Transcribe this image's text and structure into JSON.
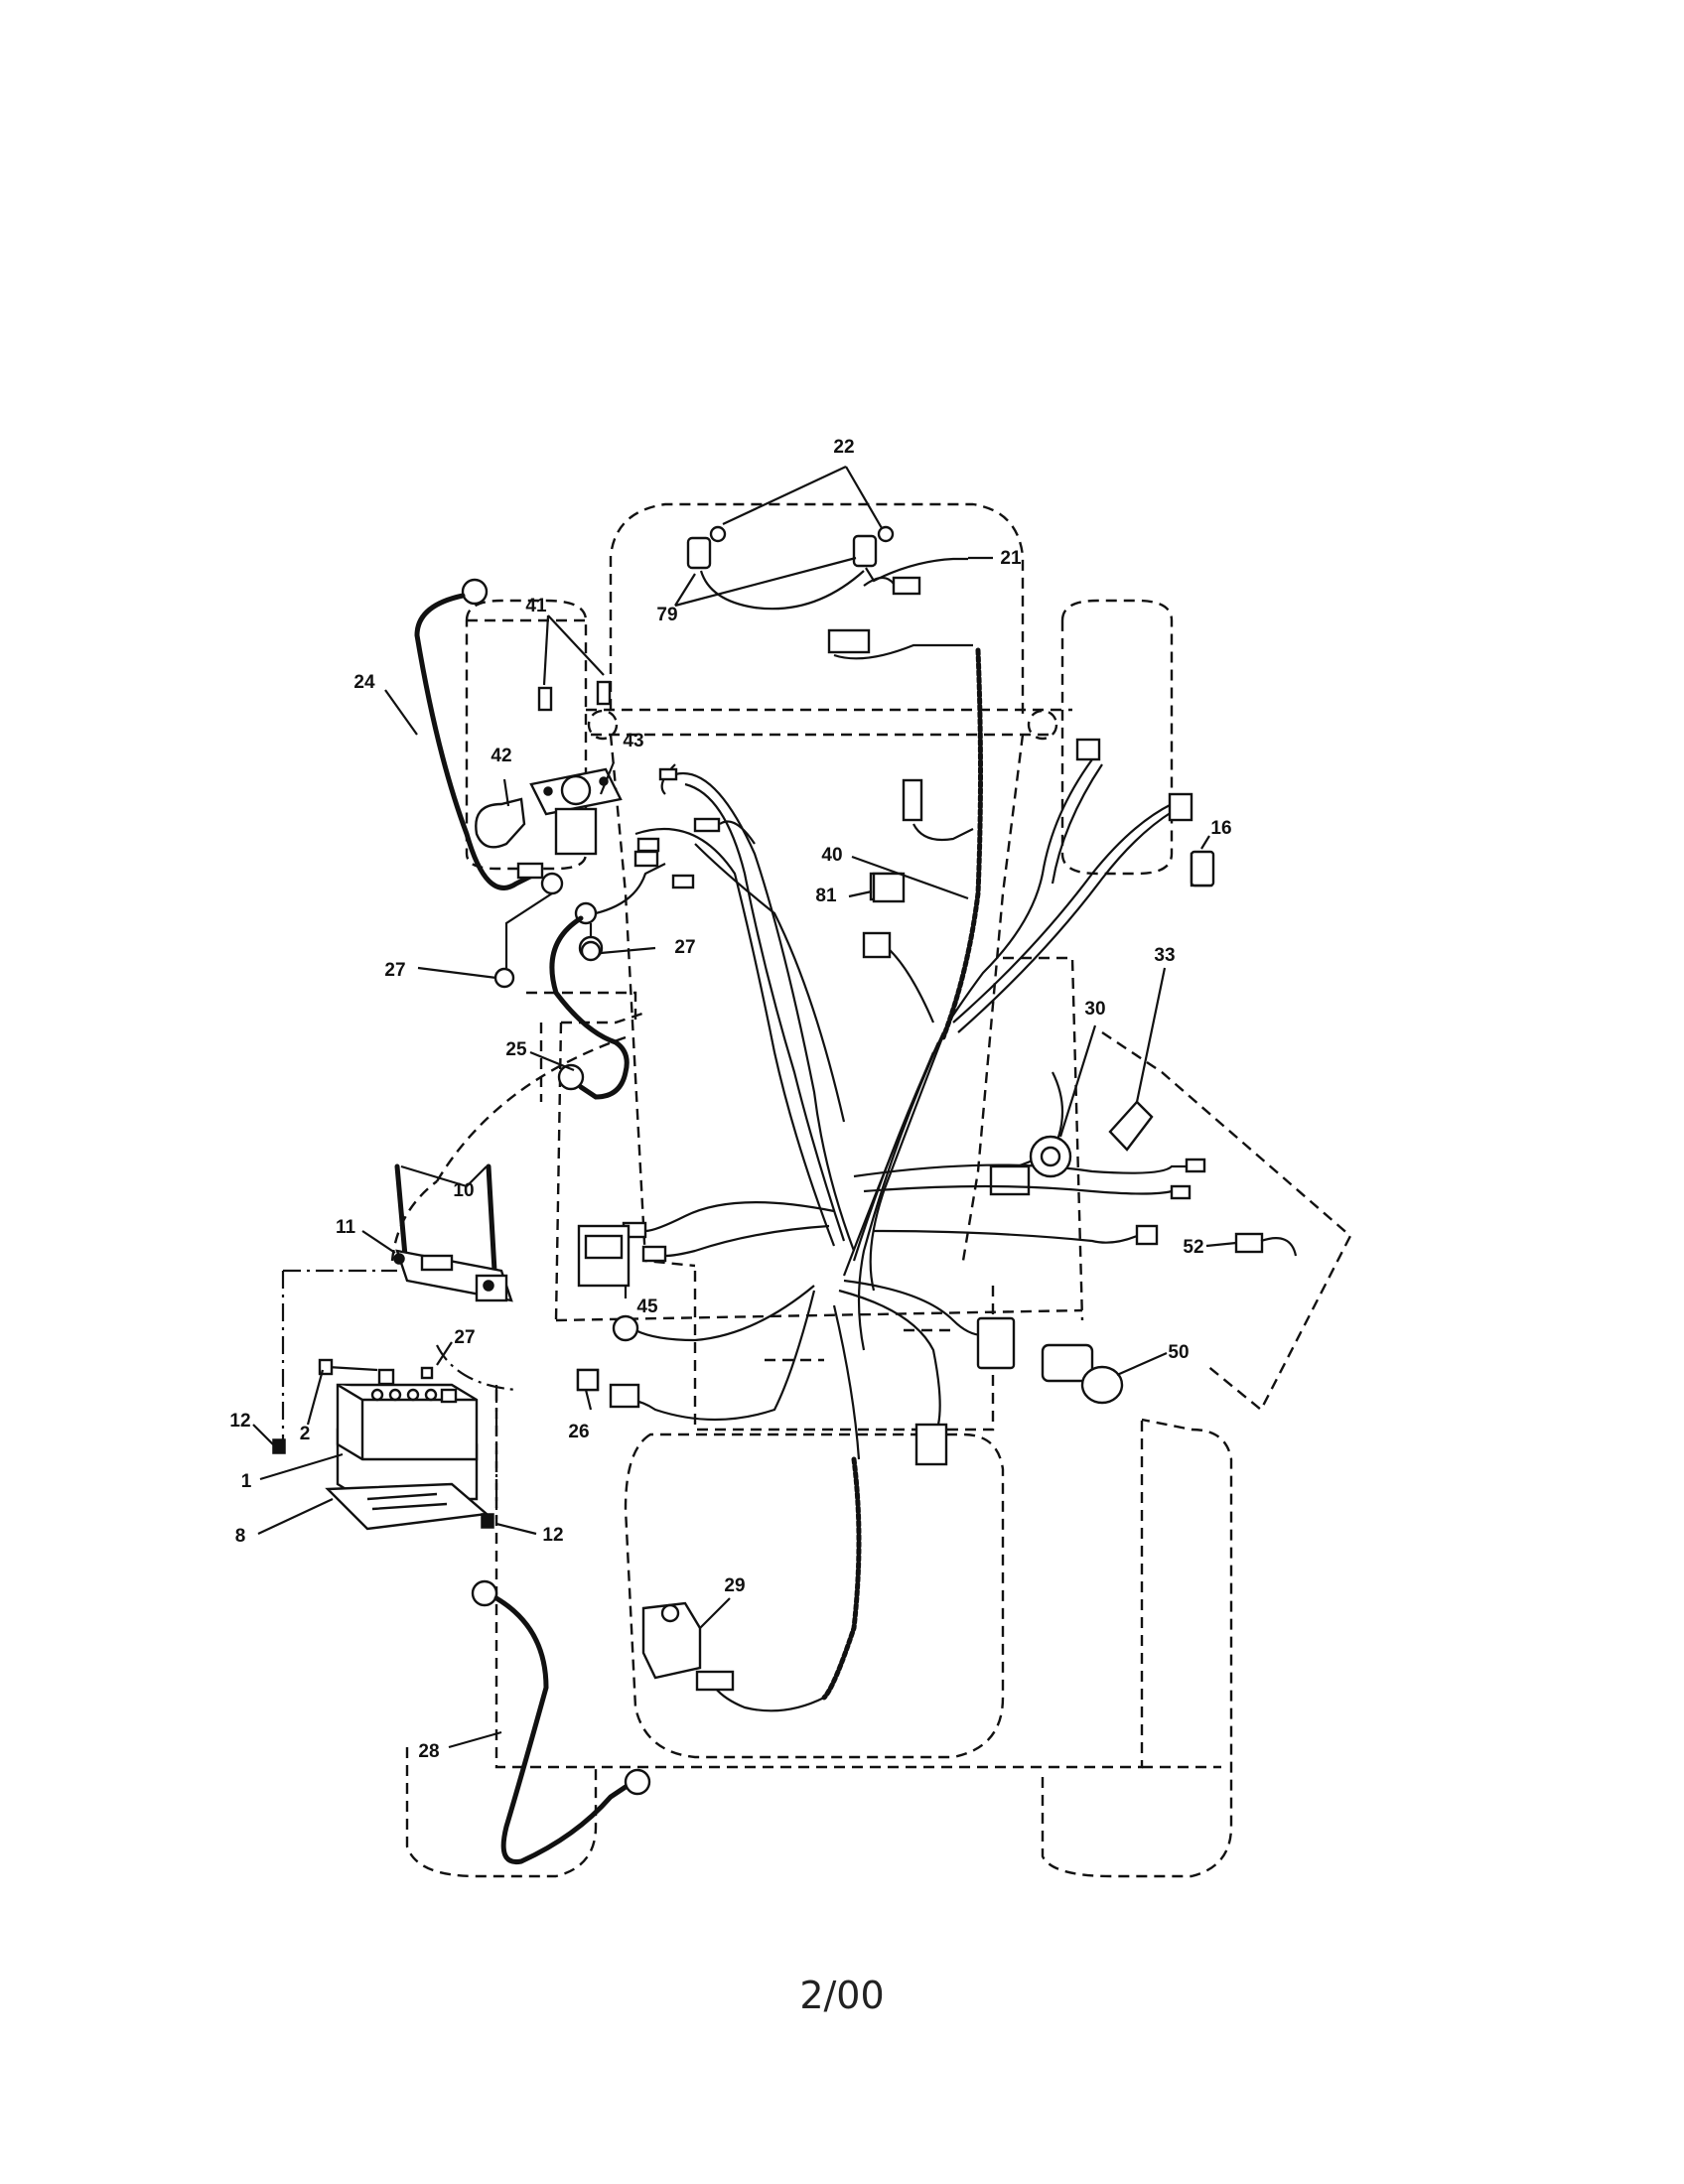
{
  "diagram": {
    "callouts": [
      {
        "id": "c22",
        "text": "22"
      },
      {
        "id": "c21",
        "text": "21"
      },
      {
        "id": "c79",
        "text": "79"
      },
      {
        "id": "c41",
        "text": "41"
      },
      {
        "id": "c24",
        "text": "24"
      },
      {
        "id": "c43",
        "text": "43"
      },
      {
        "id": "c42",
        "text": "42"
      },
      {
        "id": "c16",
        "text": "16"
      },
      {
        "id": "c40",
        "text": "40"
      },
      {
        "id": "c81",
        "text": "81"
      },
      {
        "id": "c27a",
        "text": "27"
      },
      {
        "id": "c27b",
        "text": "27"
      },
      {
        "id": "c33",
        "text": "33"
      },
      {
        "id": "c30",
        "text": "30"
      },
      {
        "id": "c25",
        "text": "25"
      },
      {
        "id": "c10",
        "text": "10"
      },
      {
        "id": "c11",
        "text": "11"
      },
      {
        "id": "c52",
        "text": "52"
      },
      {
        "id": "c45",
        "text": "45"
      },
      {
        "id": "c27c",
        "text": "27"
      },
      {
        "id": "c50",
        "text": "50"
      },
      {
        "id": "c12a",
        "text": "12"
      },
      {
        "id": "c2",
        "text": "2"
      },
      {
        "id": "c26",
        "text": "26"
      },
      {
        "id": "c1",
        "text": "1"
      },
      {
        "id": "c8",
        "text": "8"
      },
      {
        "id": "c12b",
        "text": "12"
      },
      {
        "id": "c29",
        "text": "29"
      },
      {
        "id": "c28",
        "text": "28"
      }
    ]
  },
  "footer": {
    "date_code": "2/00"
  }
}
